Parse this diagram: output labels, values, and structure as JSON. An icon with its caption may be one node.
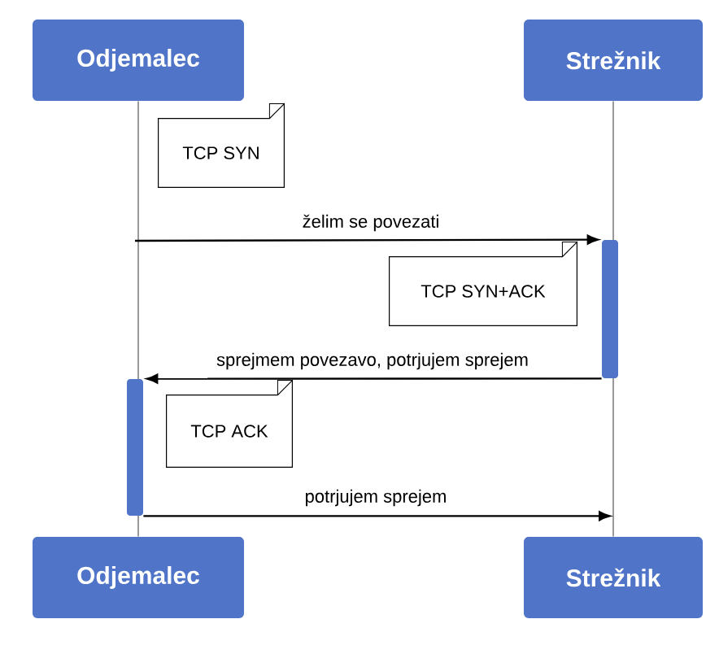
{
  "diagram": {
    "nodes": [
      {
        "text": [
          "Odjemalec"
        ]
      },
      {
        "text": [
          "Strežnik"
        ]
      },
      {
        "text": [
          "Odjemalec"
        ]
      },
      {
        "text": [
          "Strežnik"
        ]
      },
      {
        "text": [
          "TCP SYN"
        ]
      },
      {
        "text": [
          "TCP SYN+ACK"
        ]
      },
      {
        "text": [
          "TCP ACK"
        ]
      },
      {
        "text": [],
        "shape": "bar"
      },
      {
        "text": [],
        "shape": "bar"
      }
    ],
    "edges": [
      {
        "from": 0,
        "to": 2,
        "arrow": "none",
        "color": "#808080"
      },
      {
        "from": 1,
        "to": 3,
        "arrow": "none",
        "color": "#808080"
      },
      {
        "from": null,
        "to": 7,
        "label": "želim se povezati",
        "arrow": "to"
      },
      {
        "from": 7,
        "to": 8,
        "label": "sprejmem povezavo, potrjujem sprejem",
        "arrow": "to"
      },
      {
        "from": 8,
        "to": 3,
        "label": "potrjujem sprejem",
        "arrow": "to"
      }
    ]
  }
}
